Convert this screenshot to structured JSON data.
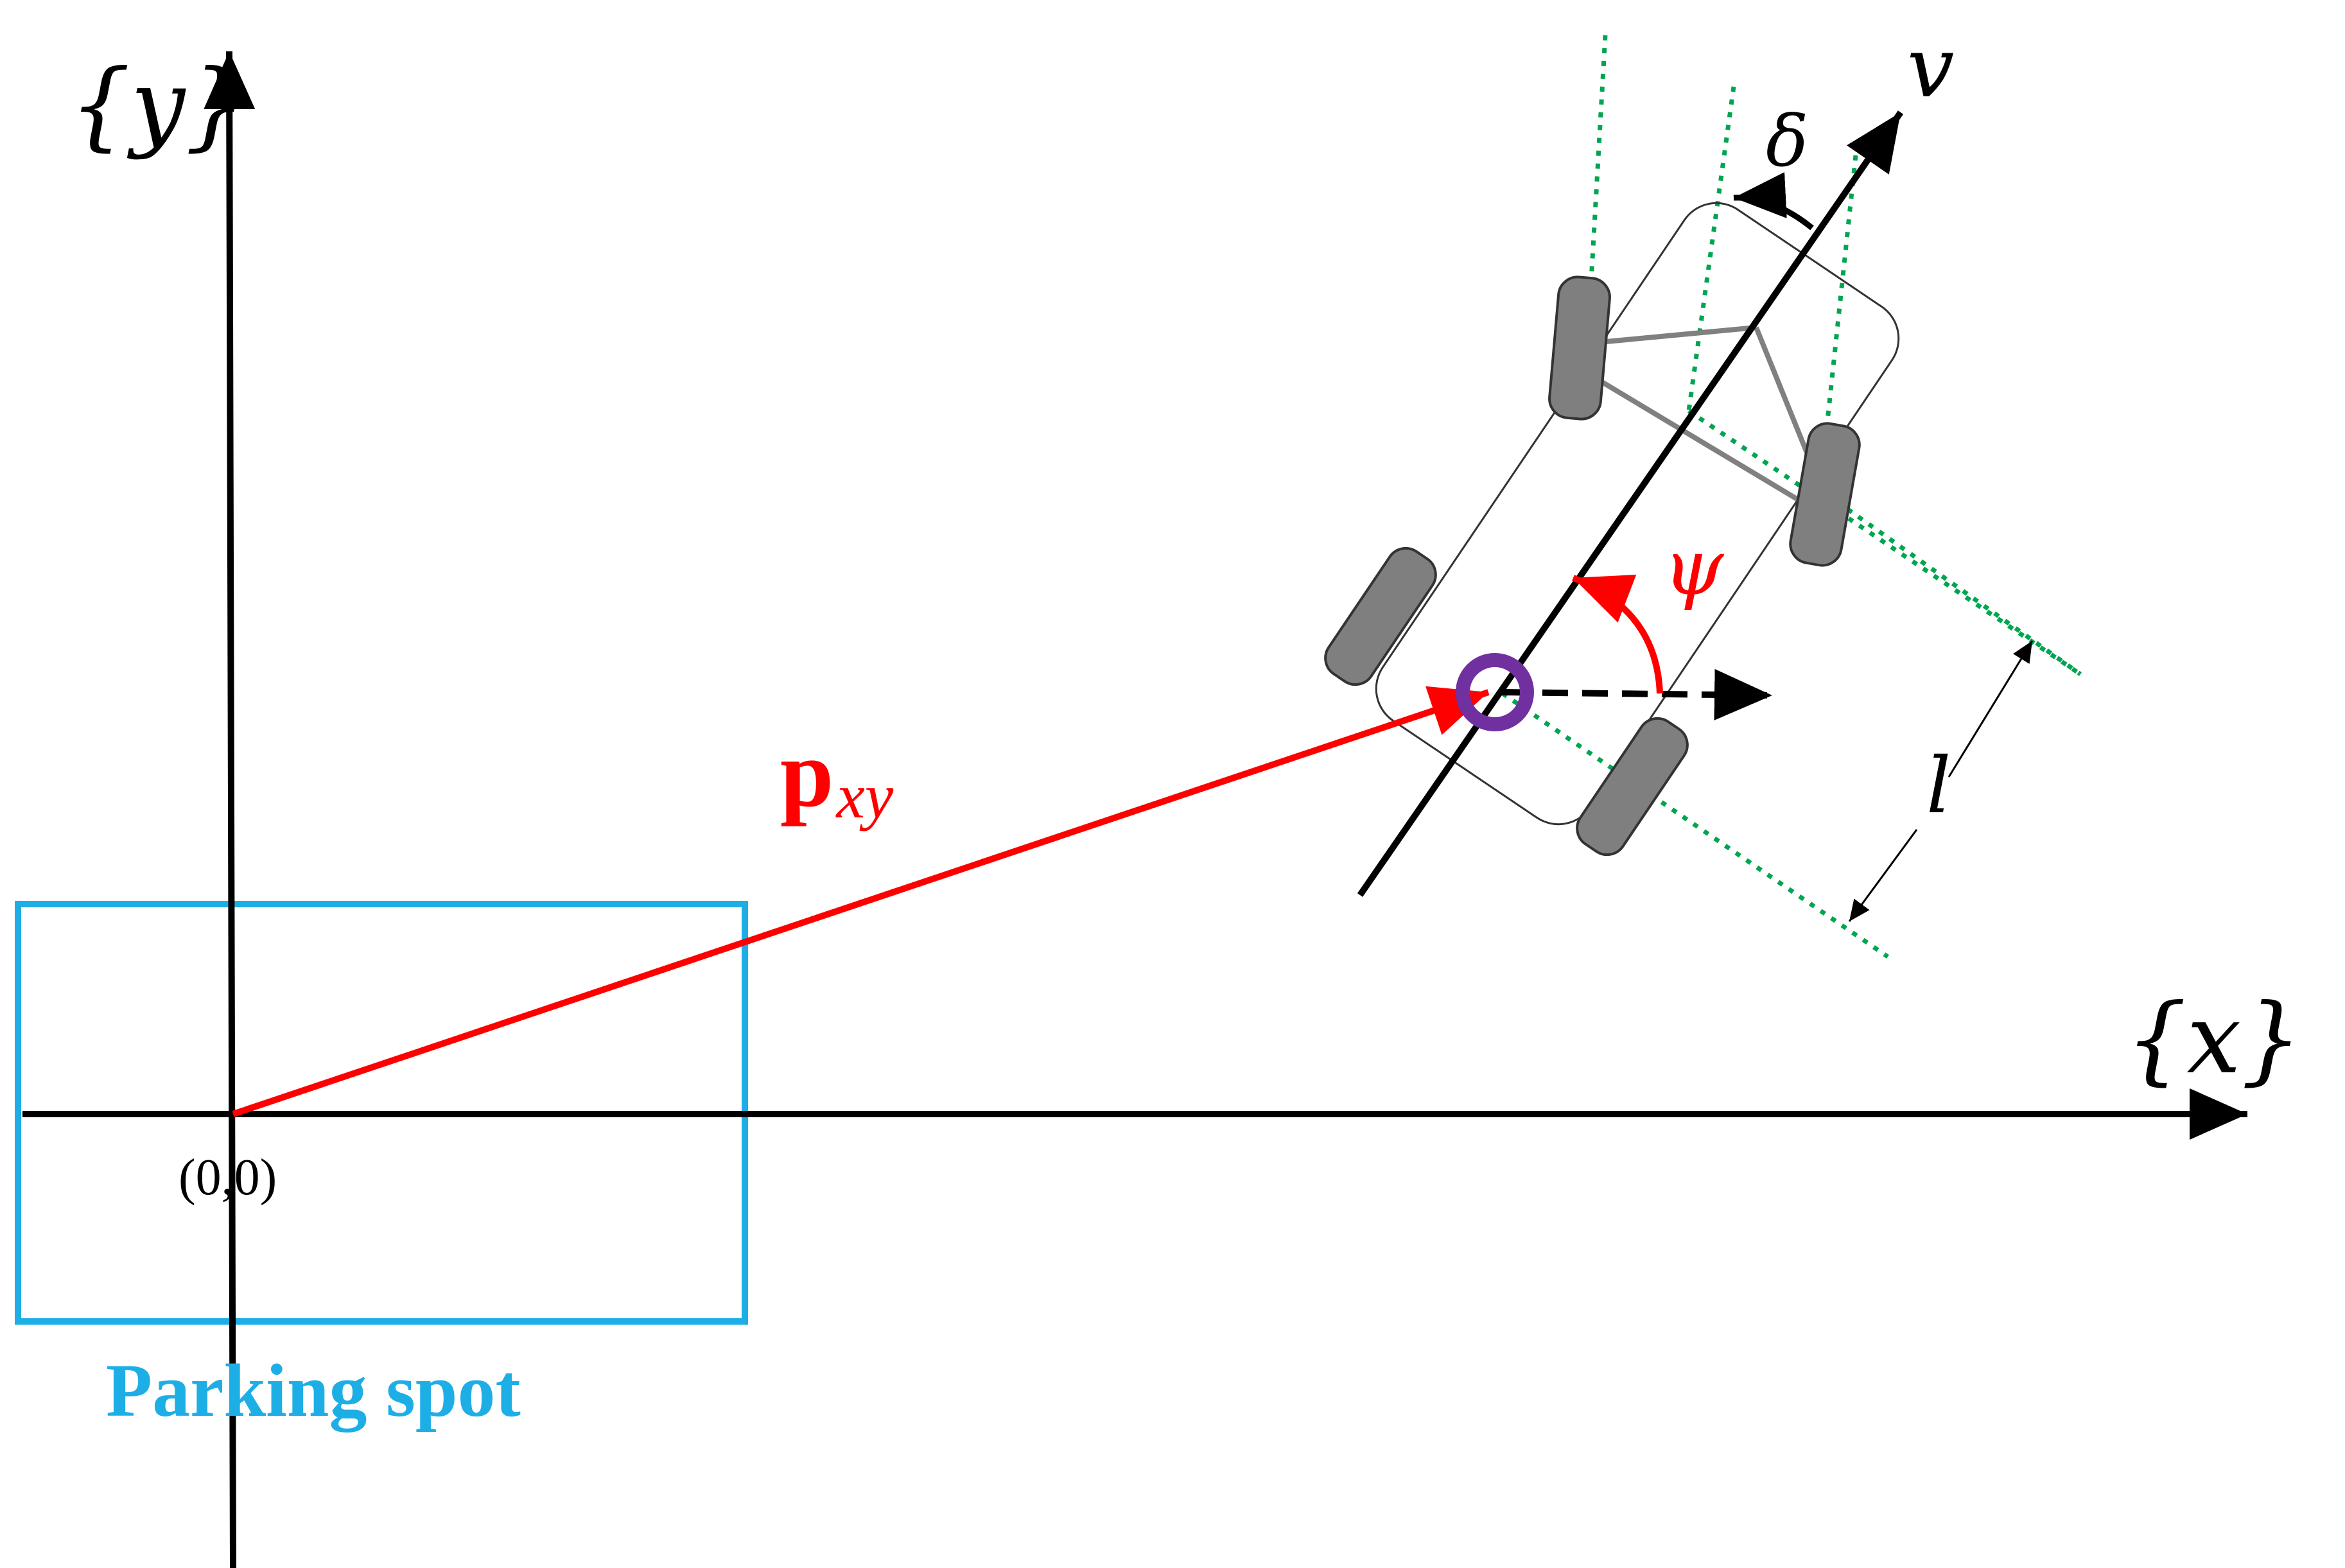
{
  "labels": {
    "y_axis": "{y}",
    "x_axis": "{x}",
    "origin": "(0,0)",
    "parking_spot": "Parking spot",
    "position_vector_main": "p",
    "position_vector_sub": "xy",
    "heading_angle": "ψ",
    "velocity": "v",
    "steering_angle": "δ",
    "wheelbase": "l"
  },
  "colors": {
    "axes": "#000000",
    "parking_spot": "#1eaee6",
    "position_vector": "#ff0000",
    "heading_angle": "#ff0000",
    "reference_point": "#7030a0",
    "guide_lines": "#00a550",
    "vehicle_body": "#333333",
    "wheels": "#7f7f7f",
    "steering_links": "#808080"
  },
  "icons": {
    "vehicle": "car-top-view-icon",
    "reference_point": "rear-axle-marker-icon"
  }
}
